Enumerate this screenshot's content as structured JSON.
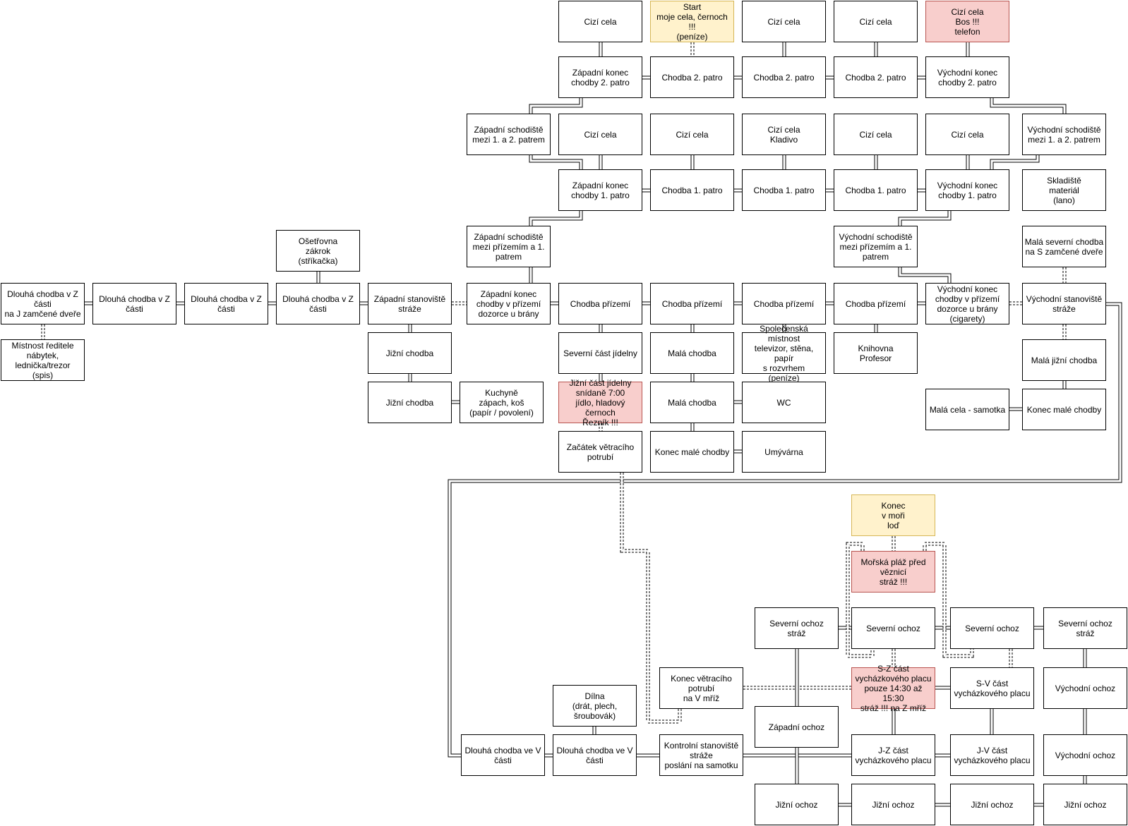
{
  "colors": {
    "start_fill": "#fff2cc",
    "start_border": "#d6b656",
    "danger_fill": "#f8cecc",
    "danger_border": "#b85450",
    "box_border": "#000000",
    "background": "#ffffff"
  },
  "nodes": {
    "f2_c1": "Cizí cela",
    "start": "Start\nmoje cela, černoch !!!\n(peníze)",
    "f2_c3": "Cizí cela",
    "f2_c4": "Cizí cela",
    "boss": "Cizí cela\nBos !!!\ntelefon",
    "f2_w": "Západní konec\nchodby 2. patro",
    "f2_h2": "Chodba 2. patro",
    "f2_h3": "Chodba 2. patro",
    "f2_h4": "Chodba 2. patro",
    "f2_e": "Východní konec\nchodby 2. patro",
    "st_w12": "Západní schodiště\nmezi 1. a 2. patrem",
    "f1_c1": "Cizí cela",
    "f1_c2": "Cizí cela",
    "f1_c3": "Cizí cela\nKladivo",
    "f1_c4": "Cizí cela",
    "f1_c5": "Cizí cela",
    "st_e12": "Východní schodiště\nmezi 1. a 2. patrem",
    "f1_w": "Západní konec\nchodby 1. patro",
    "f1_h2": "Chodba 1. patro",
    "f1_h3": "Chodba 1. patro",
    "f1_h4": "Chodba 1. patro",
    "f1_e": "Východní konec\nchodby 1. patro",
    "storage": "Skladiště\nmateriál\n(lano)",
    "st_w01": "Západní schodiště\nmezi přízemím a 1.\npatrem",
    "st_e01": "Východní schodiště\nmezi přízemím a 1.\npatrem",
    "small_n": "Malá severní chodba\nna S zamčené dveře",
    "infirm": "Ošetřovna\nzákrok\n(stříkačka)",
    "lw1": "Dlouhá chodba v Z\nčásti\nna J zamčené dveře",
    "lw2": "Dlouhá chodba v Z\nčásti",
    "lw3": "Dlouhá chodba v Z\nčásti",
    "lw4": "Dlouhá chodba v Z\nčásti",
    "guard_w": "Západní stanoviště\nstráže",
    "g_w": "Západní konec\nchodby v přízemí\ndozorce u brány",
    "g_h1": "Chodba přízemí",
    "g_h2": "Chodba přízemí",
    "g_h3": "Chodba přízemí",
    "g_h4": "Chodba přízemí",
    "g_e": "Východní konec\nchodby v přízemí\ndozorce u brány\n(cigarety)",
    "guard_e": "Východní stanoviště\nstráže",
    "director": "Místnost ředitele\nnábytek,\nlednička/trezor\n(spis)",
    "south1": "Jižní chodba",
    "dining_n": "Severní část jídelny",
    "small_h1": "Malá chodba",
    "common": "Společenská místnost\ntelevizor, stěna, papír\ns rozvrhem\n(peníze)",
    "library": "Knihovna\nProfesor",
    "small_s": "Malá jižní chodba",
    "south2": "Jižní chodba",
    "kitchen": "Kuchyně\nzápach, koš\n(papír / povolení)",
    "dining_s": "Jižní část jídelny\nsnídaně 7:00\njídlo, hladový černoch\nŘezník !!!",
    "small_h2": "Malá chodba",
    "wc": "WC",
    "solitary": "Malá cela - samotka",
    "small_end_e": "Konec malé chodby",
    "vent_start": "Začátek větracího\npotrubí",
    "small_end": "Konec malé chodby",
    "washroom": "Umývárna",
    "end": "Konec\nv moři\nloď",
    "beach": "Mořská pláž před\nvěznicí\nstráž !!!",
    "n_guard_w": "Severní ochoz\nstráž",
    "n_walk1": "Severní ochoz",
    "n_walk2": "Severní ochoz",
    "n_guard_e": "Severní ochoz\nstráž",
    "vent_end": "Konec větracího\npotrubí\nna V mříž",
    "yard_nw": "S-Z část\nvycházkového placu\npouze 14:30 až 15:30\nstráž !!! na Z mříž",
    "yard_ne": "S-V část\nvycházkového placu",
    "e_walk1": "Východní ochoz",
    "workshop": "Dílna\n(drát, plech,\nšroubovák)",
    "w_walk": "Západní ochoz",
    "le1": "Dlouhá chodba ve V\nčásti",
    "le2": "Dlouhá chodba ve V\nčásti",
    "checkpoint": "Kontrolní stanoviště\nstráže\nposlání na samotku",
    "yard_sw": "J-Z část\nvycházkového placu",
    "yard_se": "J-V část\nvycházkového placu",
    "e_walk2": "Východní ochoz",
    "s_walk1": "Jižní ochoz",
    "s_walk2": "Jižní ochoz",
    "s_walk3": "Jižní ochoz",
    "s_walk4": "Jižní ochoz"
  }
}
